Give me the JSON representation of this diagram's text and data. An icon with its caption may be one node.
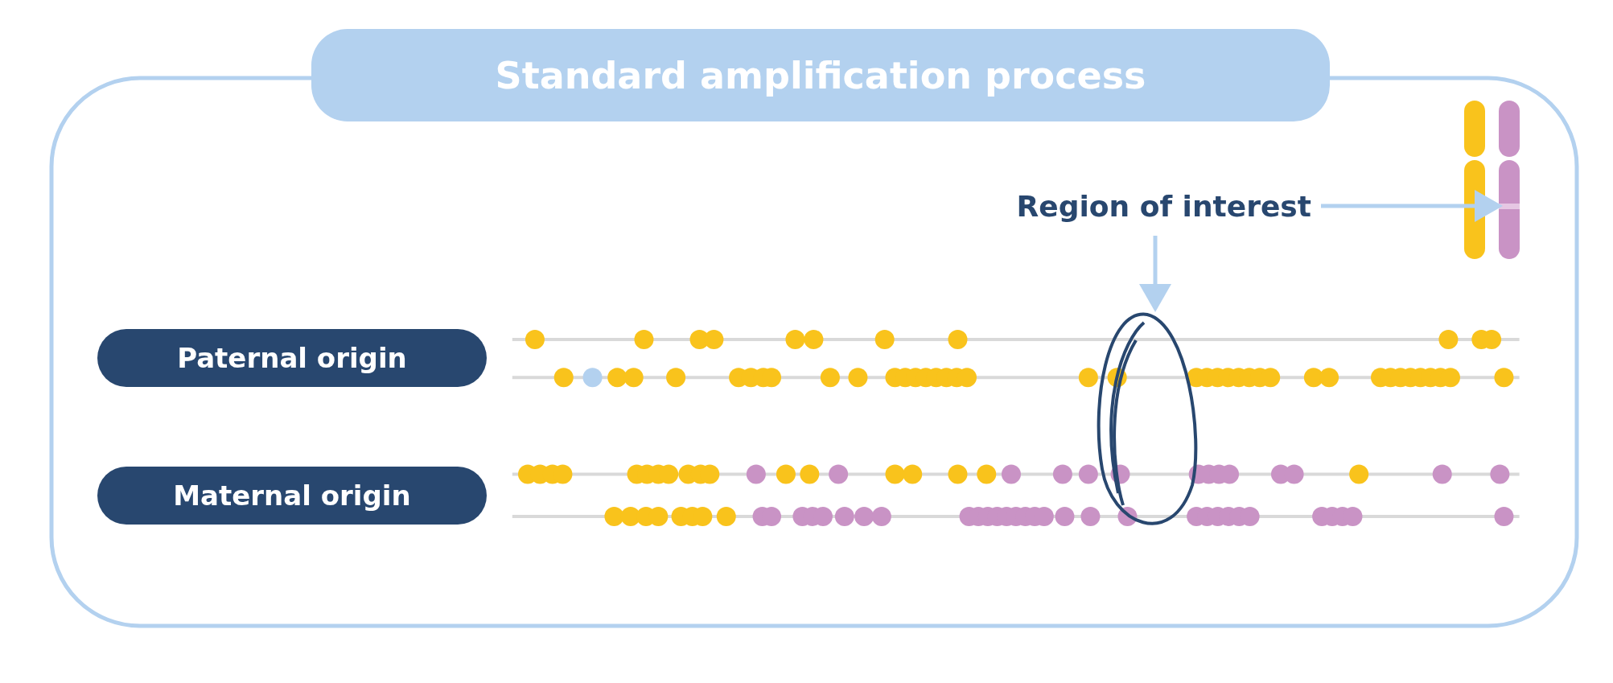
{
  "diagram": {
    "nodes": [
      {
        "text": [
          "Standard amplification process"
        ]
      },
      {
        "text": [
          "Paternal origin"
        ],
        "in": 0
      },
      {
        "text": [
          "Maternal origin"
        ],
        "in": 0
      },
      {
        "text": [
          "Region of interest"
        ],
        "in": 0
      },
      {
        "text": [],
        "shape": "bar",
        "in": 0
      },
      {
        "text": [],
        "shape": "circle",
        "in": 0
      }
    ],
    "edges": [
      {
        "from": 3,
        "to": 4,
        "arrow": "to"
      },
      {
        "from": 3,
        "to": 5,
        "arrow": "to"
      }
    ]
  }
}
